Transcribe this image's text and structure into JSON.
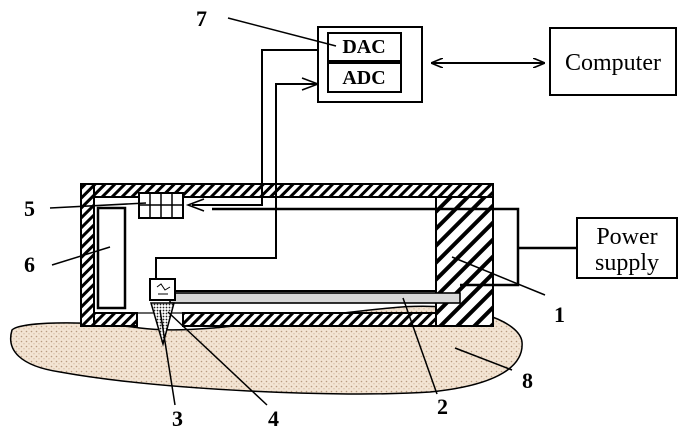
{
  "boxes": {
    "dac": "DAC",
    "adc": "ADC",
    "computer": "Computer",
    "power_supply_line1": "Power",
    "power_supply_line2": "supply"
  },
  "labels": {
    "n1": "1",
    "n2": "2",
    "n3": "3",
    "n4": "4",
    "n5": "5",
    "n6": "6",
    "n7": "7",
    "n8": "8"
  },
  "colors": {
    "line": "#000000",
    "sample_fill": "#f3e4d3",
    "sample_dots": "#b89a80",
    "background": "#ffffff"
  }
}
